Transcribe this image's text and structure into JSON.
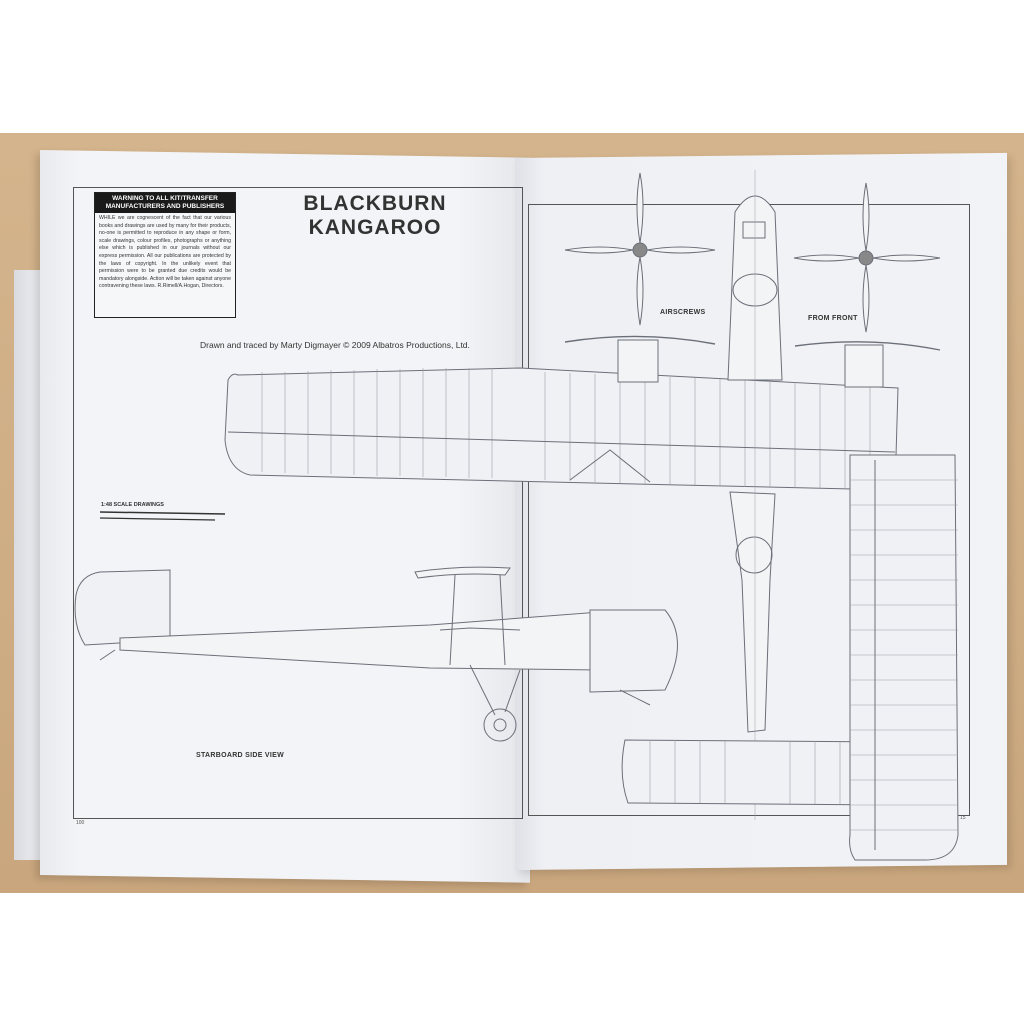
{
  "warning": {
    "heading": "WARNING TO ALL KIT/TRANSFER MANUFACTURERS AND PUBLISHERS",
    "body": "WHILE we are cognescent of the fact that our various books and drawings are used by many for their products, no-one is permitted to reproduce in any shape or form, scale drawings, colour profiles, photographs or anything else which is published in our journals without our express permission. All our publications are protected by the laws of copyright. In the unlikely event that permission were to be granted due credits would be mandatory alongside. Action will be taken against anyone contravening these laws. R.Rimell/A.Hogan, Directors."
  },
  "title": {
    "line1": "BLACKBURN",
    "line2": "KANGAROO"
  },
  "credit": "Drawn and traced by Marty Digmayer © 2009 Albatros Productions, Ltd.",
  "scale_label": "1:48 SCALE DRAWINGS",
  "labels": {
    "starboard": "STARBOARD SIDE VIEW",
    "airscrews": "AIRSCREWS",
    "from_front": "FROM FRONT"
  },
  "page_numbers": {
    "left": "100",
    "right": "15"
  }
}
